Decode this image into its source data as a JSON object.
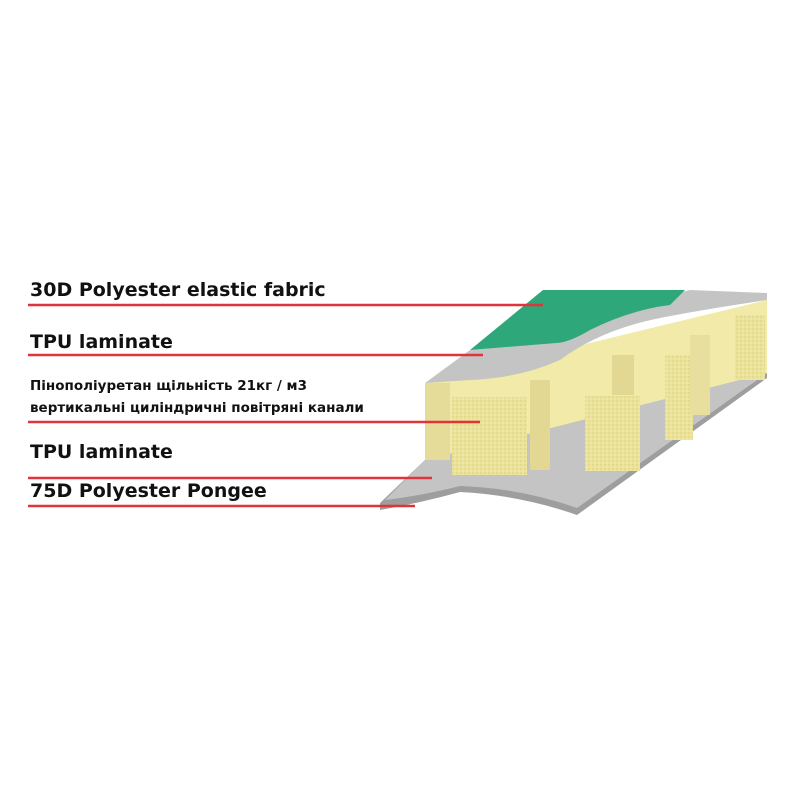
{
  "labels": {
    "outer_fabric": "30D Polyester elastic fabric",
    "tpu_top": "TPU laminate",
    "foam_line1": "Пінополіуретан щільність 21кг / м3",
    "foam_line2": "вертикальні циліндричні повітряні канали",
    "tpu_bottom": "TPU laminate",
    "inner_fabric": "75D Polyester Pongee"
  },
  "colors": {
    "leader_line": "#e0333a",
    "fabric_green": "#2ea87a",
    "tpu_gray": "#bdbdbd",
    "foam_yellow": "#f2eaa8"
  }
}
